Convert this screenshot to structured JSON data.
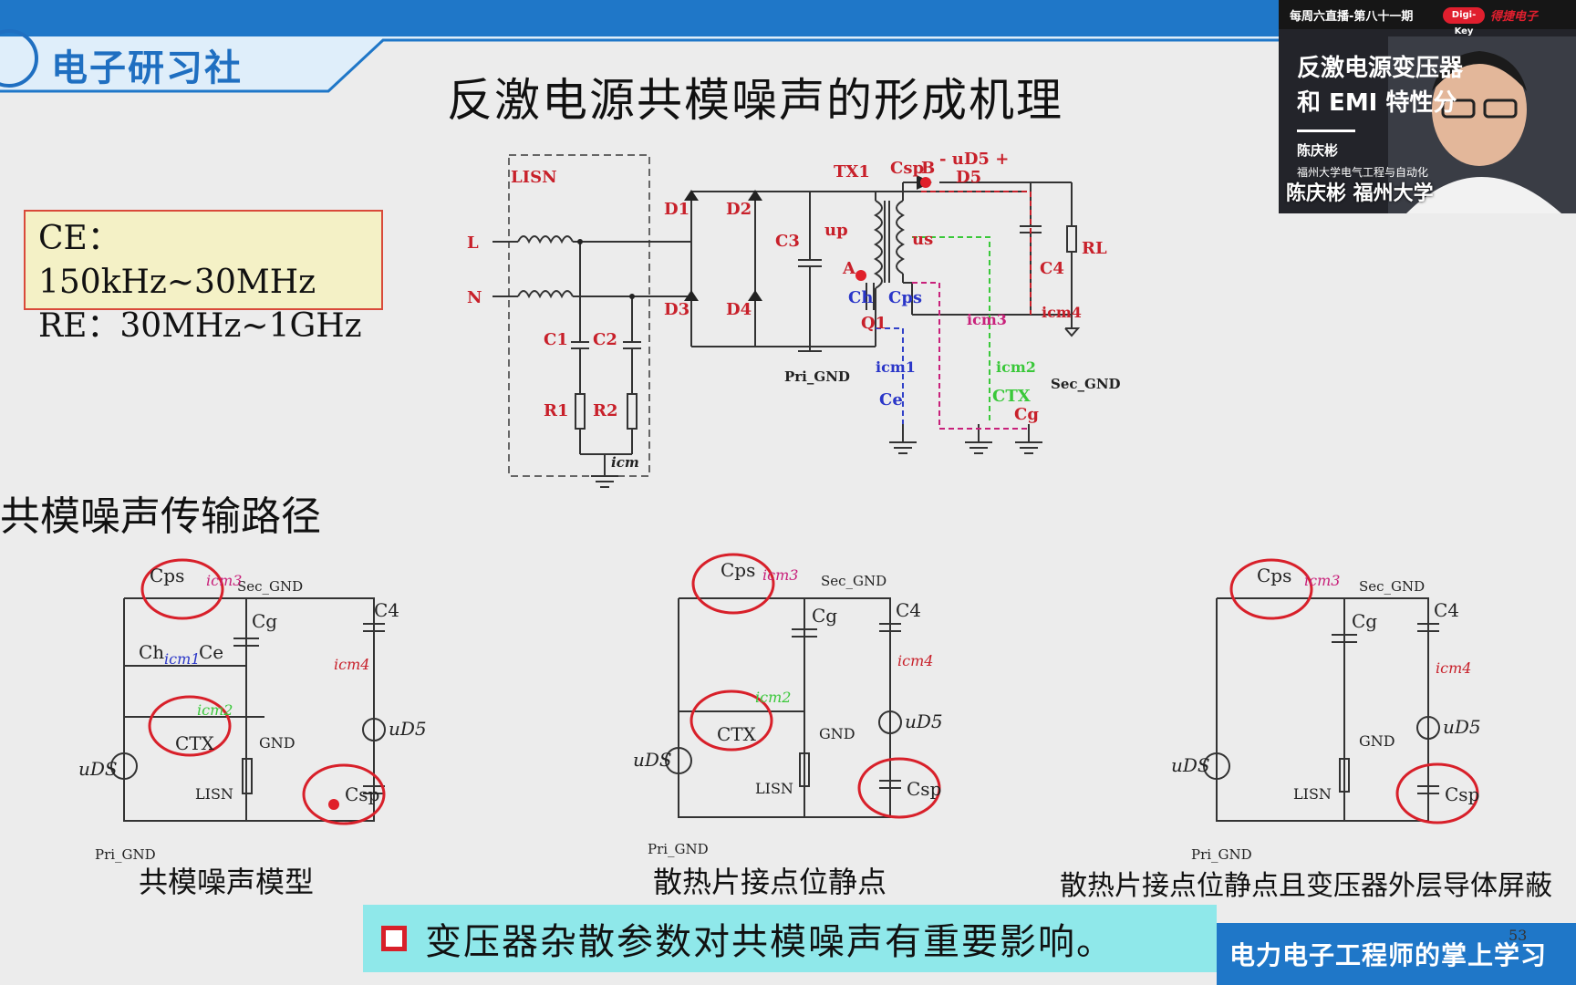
{
  "header": {
    "logo_text": "电子研习社",
    "title": "反激电源共模噪声的形成机理"
  },
  "standards_box": {
    "line1": "CE：150kHz~30MHz",
    "line2": "RE：30MHz~1GHz"
  },
  "main_circuit": {
    "labels": {
      "lisn": "LISN",
      "l": "L",
      "n": "N",
      "d1": "D1",
      "d2": "D2",
      "d3": "D3",
      "d4": "D4",
      "d5": "D5",
      "c1": "C1",
      "c2": "C2",
      "c3": "C3",
      "c4": "C4",
      "r1": "R1",
      "r2": "R2",
      "rl": "RL",
      "tx1": "TX1",
      "csp": "Csp",
      "ch": "Ch",
      "cps": "Cps",
      "ce": "Ce",
      "ctx": "CTX",
      "cg": "Cg",
      "q1": "Q1",
      "up": "up",
      "us": "us",
      "ud5": "- uD5 +",
      "a": "A",
      "b": "B",
      "pri_gnd": "Pri_GND",
      "sec_gnd": "Sec_GND",
      "icm": "icm",
      "icm1": "icm1",
      "icm2": "icm2",
      "icm3": "icm3",
      "icm4": "icm4"
    }
  },
  "section_title": "共模噪声传输路径",
  "sub_circuits": {
    "cps": "Cps",
    "cg": "Cg",
    "c4": "C4",
    "ch": "Ch",
    "ce": "Ce",
    "ctx": "CTX",
    "gnd": "GND",
    "lisn": "LISN",
    "uds": "uDS",
    "ud5": "uD5",
    "csp": "Csp",
    "sec_gnd": "Sec_GND",
    "pri_gnd": "Pri_GND",
    "icm1": "icm1",
    "icm2": "icm2",
    "icm3": "icm3",
    "icm4": "icm4"
  },
  "captions": {
    "left": "共模噪声模型",
    "middle": "散热片接点位静点",
    "right": "散热片接点位静点且变压器外层导体屏蔽"
  },
  "bottom_note": "变压器杂散参数对共模噪声有重要影响。",
  "footer_text": "电力电子工程师的掌上学习",
  "page_number": "53",
  "webcam": {
    "live_label": "每周六直播-第八十一期",
    "logo": "Digi-Key",
    "brand": "得捷电子",
    "title_line1": "反激电源变压器",
    "title_line2": "和 EMI 特性分",
    "speaker": "陈庆彬",
    "org": "福州大学电气工程与自动化",
    "overlay": "陈庆彬 福州大学"
  },
  "colors": {
    "accent_blue": "#1f6fc1",
    "red": "#c8202a",
    "bottom_bar": "#8fe8ea",
    "footer_blue": "#1f77c8"
  }
}
